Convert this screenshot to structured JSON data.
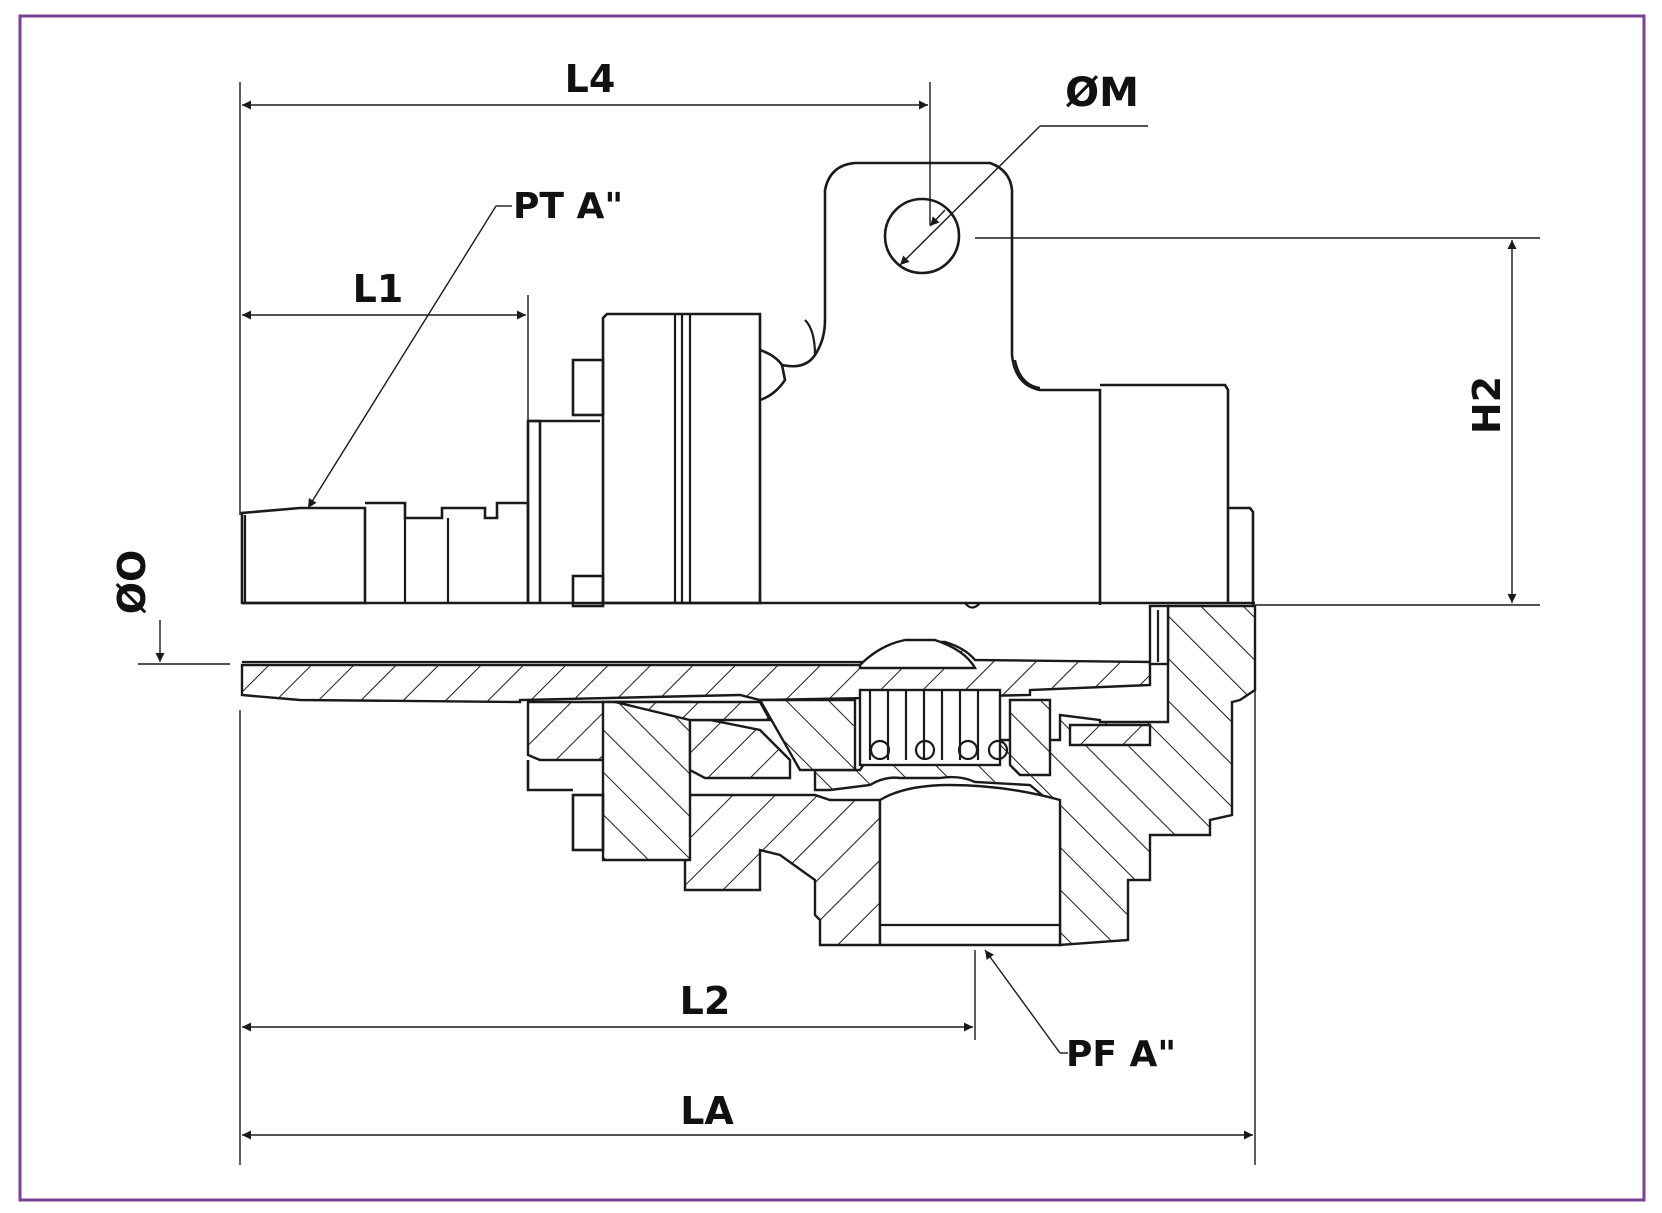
{
  "frame": {
    "border_color": "#7a3f95"
  },
  "labels": {
    "l4": "L4",
    "m": "ØM",
    "pt": "PT A\"",
    "l1": "L1",
    "h2": "H2",
    "o": "ØO",
    "l2": "L2",
    "pf": "PF A\"",
    "la": "LA"
  }
}
